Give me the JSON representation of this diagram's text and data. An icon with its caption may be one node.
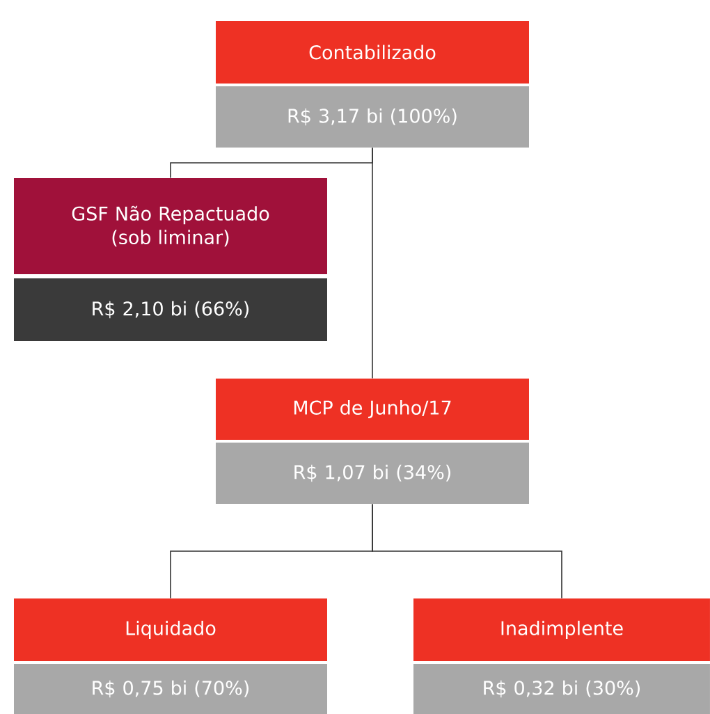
{
  "diagram": {
    "nodes": [
      {
        "text": [
          "Contabilizado"
        ]
      },
      {
        "text": [
          "R$ 3,17 bi (100%)"
        ]
      },
      {
        "text": [
          "GSF Não Repactuado (sob liminar)"
        ]
      },
      {
        "text": [
          "R$ 2,10 bi (66%)"
        ]
      },
      {
        "text": [
          "MCP de Junho/17"
        ]
      },
      {
        "text": [
          "R$ 1,07 bi (34%)"
        ]
      },
      {
        "text": [
          "Liquidado"
        ]
      },
      {
        "text": [
          "Inadimplente"
        ]
      },
      {
        "text": [
          "R$ 0,75 bi (70%)"
        ]
      },
      {
        "text": [
          "R$ 0,32 bi (30%)"
        ]
      }
    ],
    "edges": [
      {
        "from": 1,
        "to": 4,
        "arrow": "none"
      },
      {
        "from": 1,
        "to": 2,
        "arrow": "none"
      },
      {
        "from": 5,
        "to": 6,
        "arrow": "none"
      },
      {
        "from": 5,
        "to": 7,
        "arrow": "none"
      }
    ]
  }
}
